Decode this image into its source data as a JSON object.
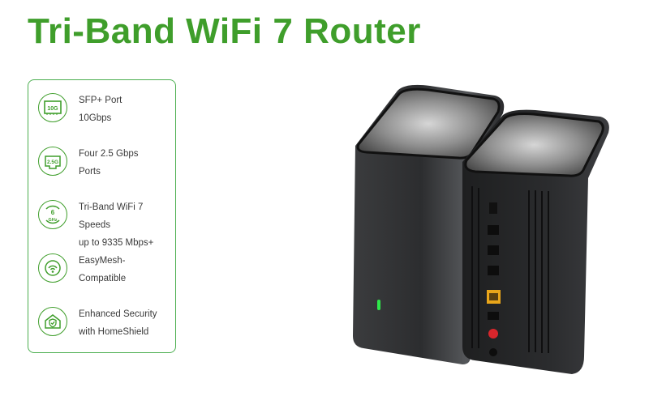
{
  "title": "Tri-Band WiFi 7 Router",
  "features": [
    {
      "icon": "10g-port-icon",
      "badge": "10G",
      "line1": "SFP+ Port",
      "line2": "10Gbps"
    },
    {
      "icon": "2.5g-port-icon",
      "badge": "2.5G",
      "line1": "Four 2.5 Gbps",
      "line2": "Ports"
    },
    {
      "icon": "wifi-6ghz-icon",
      "badge": "6",
      "badge2": "GHz",
      "line1": "Tri-Band WiFi 7 Speeds",
      "line2": "up to 9335 Mbps+"
    },
    {
      "icon": "easymesh-icon",
      "line1": "EasyMesh-",
      "line2": "Compatible"
    },
    {
      "icon": "homeshield-icon",
      "line1": "Enhanced Security",
      "line2": "with HomeShield"
    }
  ],
  "colors": {
    "accent": "#3f9e2b",
    "led": "#2ee84a",
    "router_body": "#2e2f31"
  }
}
